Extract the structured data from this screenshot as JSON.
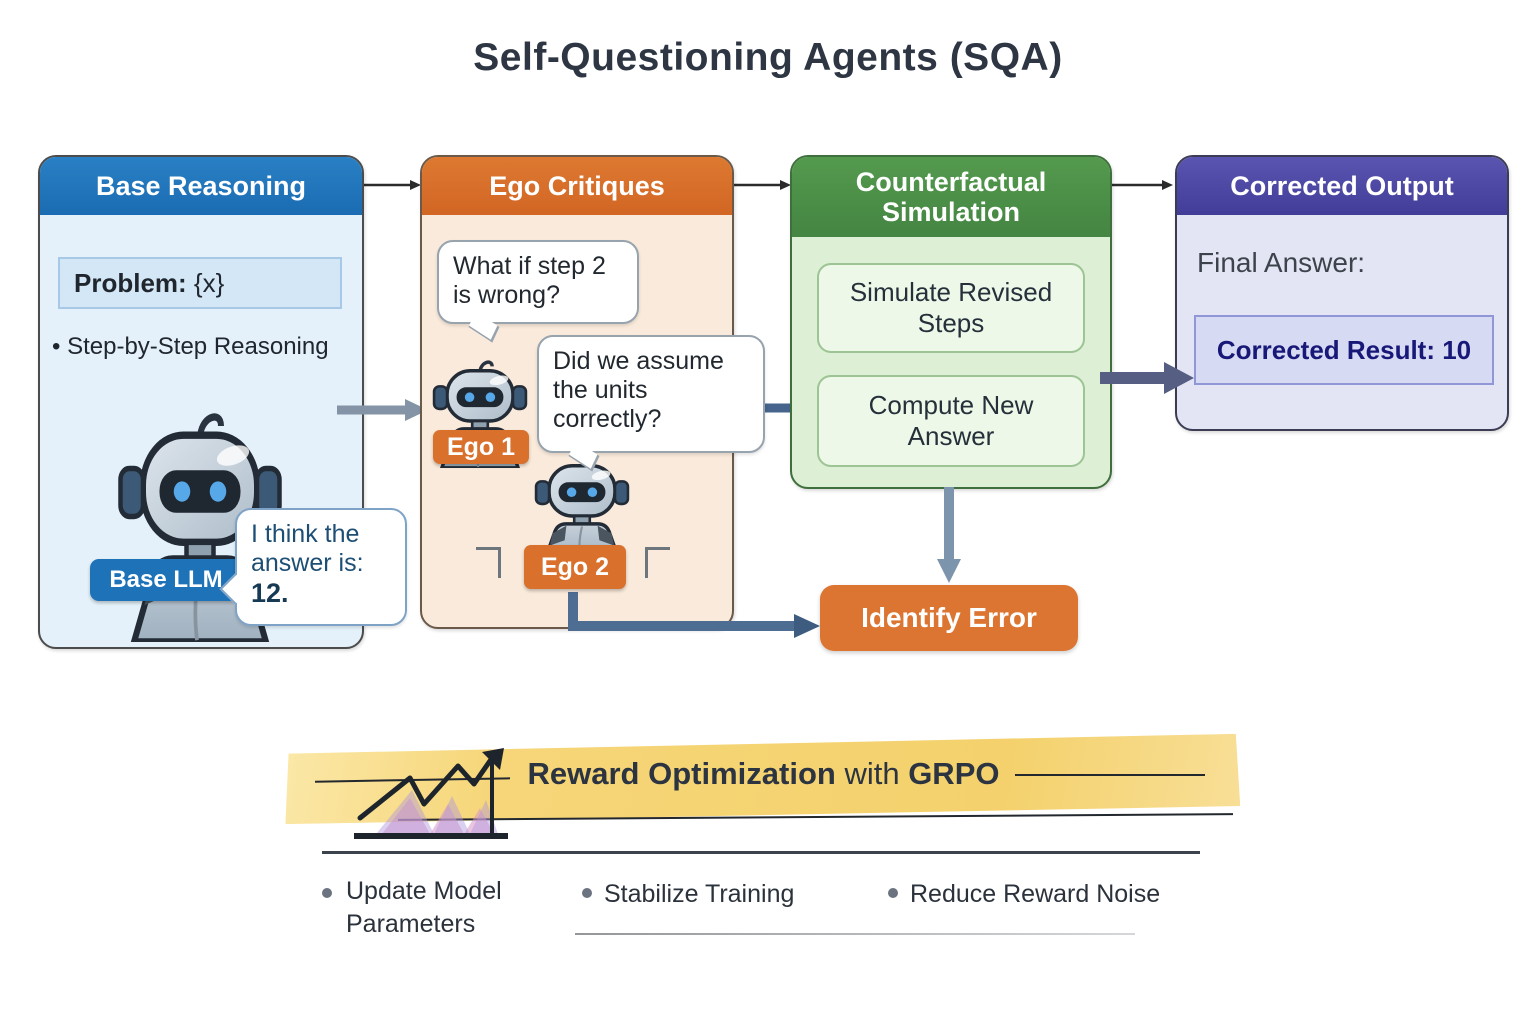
{
  "title": "Self-Questioning Agents (SQA)",
  "base_reasoning": {
    "header": "Base Reasoning",
    "problem_label": "Problem:",
    "problem_value": "{x}",
    "step_marker": "•",
    "step_text": "Step-by-Step Reasoning",
    "robot_label": "Base LLM",
    "speech_line": "I think the answer is:",
    "speech_answer": "12."
  },
  "ego_critiques": {
    "header": "Ego Critiques",
    "bubble1": "What if step 2 is wrong?",
    "ego1_label": "Ego 1",
    "bubble2": "Did we assume the units correctly?",
    "ego2_label": "Ego 2"
  },
  "counterfactual": {
    "header": "Counterfactual Simulation",
    "sub1": "Simulate Revised Steps",
    "sub2": "Compute New Answer"
  },
  "corrected_output": {
    "header": "Corrected Output",
    "final_label": "Final Answer:",
    "result": "Corrected Result: 10"
  },
  "identify_error_label": "Identify Error",
  "banner": {
    "bold1": "Reward Optimization",
    "mid": " with ",
    "bold2": "GRPO"
  },
  "footer_bullet_char": "•",
  "footer_bullets": [
    "Update Model Parameters",
    "Stabilize Training",
    "Reduce Reward Noise"
  ],
  "colors": {
    "blue_header": "#1d72b8",
    "orange_header": "#d9702b",
    "green_header": "#4c9048",
    "purple_header": "#4b48a4",
    "identify_error_bg": "#dc7532",
    "banner_yellow": "#f6d679",
    "arrow_gray": "#8494a6",
    "arrow_slate": "#4e6a8e",
    "result_text": "#181878"
  }
}
